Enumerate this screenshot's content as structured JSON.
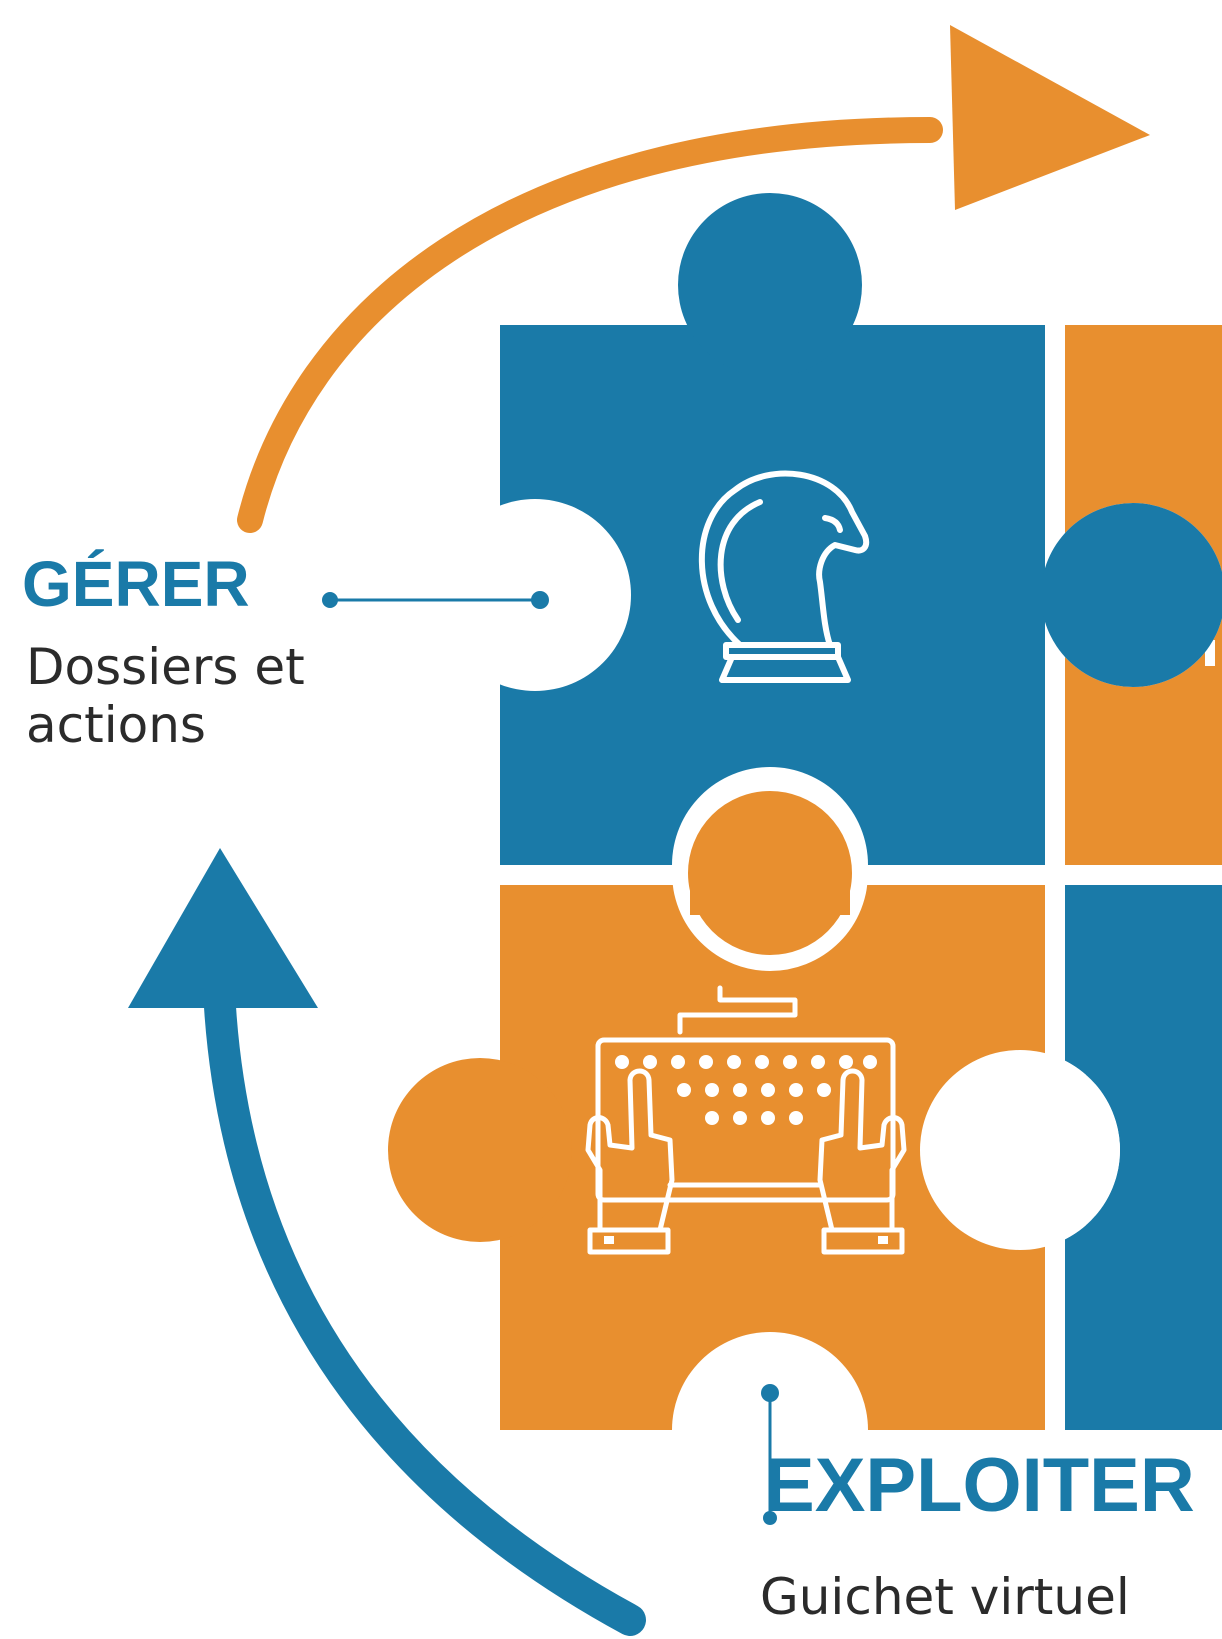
{
  "colors": {
    "blue": "#1a7aa8",
    "orange": "#e88f2f",
    "text_dark": "#2b2b2b",
    "background": "#ffffff"
  },
  "labels": {
    "gerer": {
      "title": "GÉRER",
      "subtitle": "Dossiers et actions"
    },
    "exploiter": {
      "title": "EXPLOITER",
      "subtitle": "Guichet virtuel"
    }
  },
  "icons": {
    "top_left_piece": "chess-knight-icon",
    "bottom_left_piece": "keyboard-typing-icon"
  }
}
